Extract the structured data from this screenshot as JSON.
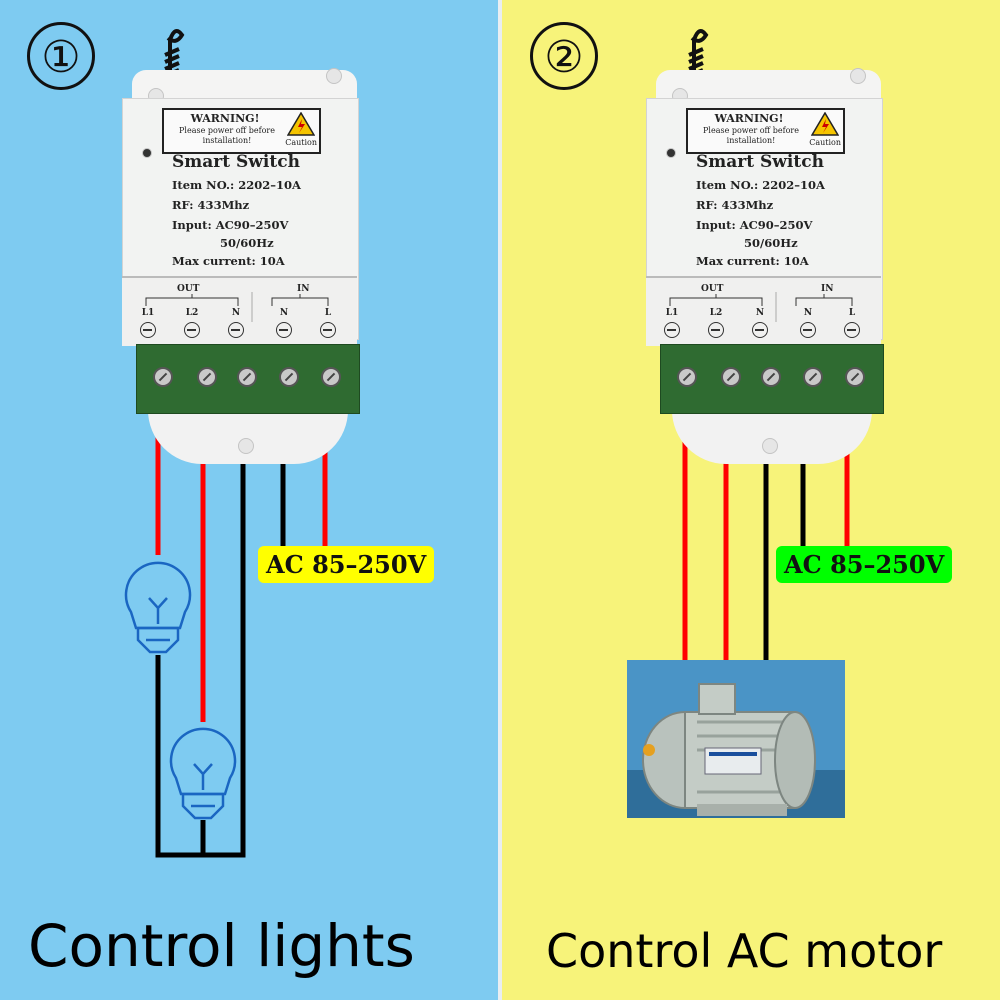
{
  "panels": [
    {
      "number": "①",
      "device": {
        "warning_title": "WARNING!",
        "warning_text": "Please power off before installation!",
        "caution": "Caution",
        "title": "Smart Switch",
        "item_no": "Item NO.: 2202–10A",
        "rf": "RF: 433Mhz",
        "input": "Input: AC90–250V",
        "freq": "50/60Hz",
        "max_current": "Max current: 10A",
        "out_label": "OUT",
        "in_label": "IN",
        "terminals": [
          "L1",
          "L2",
          "N",
          "N",
          "L"
        ]
      },
      "supply_label": "AC 85–250V",
      "supply_color": "#ffff00",
      "caption": "Control lights"
    },
    {
      "number": "②",
      "device": {
        "warning_title": "WARNING!",
        "warning_text": "Please power off before installation!",
        "caution": "Caution",
        "title": "Smart Switch",
        "item_no": "Item NO.: 2202–10A",
        "rf": "RF: 433Mhz",
        "input": "Input: AC90–250V",
        "freq": "50/60Hz",
        "max_current": "Max current: 10A",
        "out_label": "OUT",
        "in_label": "IN",
        "terminals": [
          "L1",
          "L2",
          "N",
          "N",
          "L"
        ]
      },
      "supply_label": "AC 85–250V",
      "supply_color": "#00ff00",
      "caption": "Control AC motor"
    }
  ],
  "colors": {
    "left_bg": "#7ecbf1",
    "right_bg": "#f7f37a",
    "live_wire": "#ff0000",
    "neutral_wire": "#000000"
  },
  "icons": [
    "antenna-icon",
    "warning-triangle-icon",
    "light-bulb-icon",
    "ac-motor-icon",
    "terminal-screw-icon"
  ]
}
